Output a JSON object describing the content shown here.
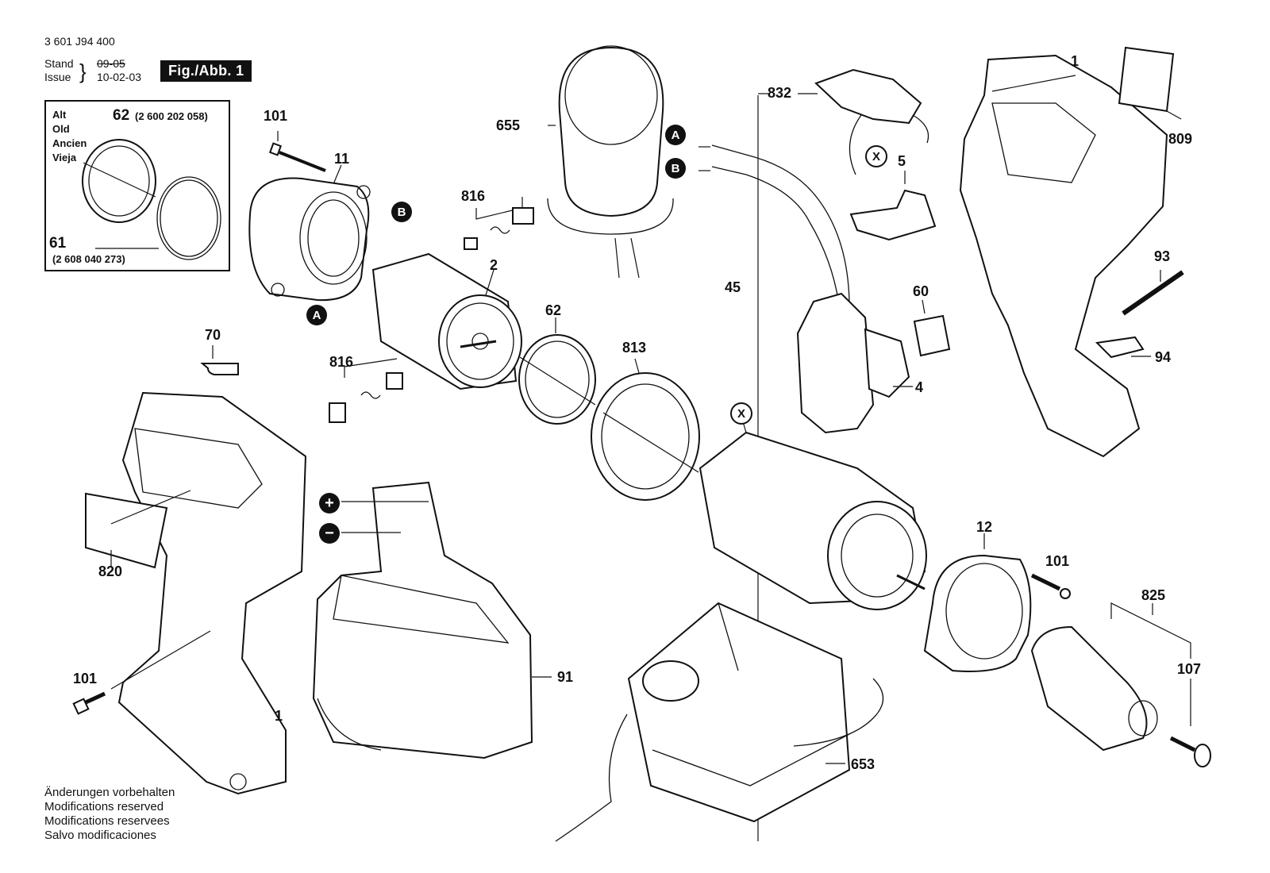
{
  "header": {
    "doc_number": "3 601 J94 400",
    "stand_label": "Stand",
    "issue_label": "Issue",
    "stand_date": "09-05",
    "issue_date": "10-02-03",
    "figure_label": "Fig./Abb. 1"
  },
  "inset": {
    "lines": [
      "Alt",
      "Old",
      "Ancien",
      "Vieja"
    ],
    "part_a_number": "62",
    "part_a_code": "(2 600 202 058)",
    "part_b_number": "61",
    "part_b_code": "(2 608 040 273)"
  },
  "markers": {
    "a": "A",
    "b": "B",
    "x": "X",
    "plus": "+",
    "minus": "−"
  },
  "labels": {
    "p101_top": "101",
    "p11": "11",
    "p655": "655",
    "p816_top": "816",
    "p2": "2",
    "p62": "62",
    "p813": "813",
    "p70": "70",
    "p816_bottom": "816",
    "p820": "820",
    "p101_left": "101",
    "p1_bottom": "1",
    "p91": "91",
    "p832": "832",
    "p5": "5",
    "p45": "45",
    "p60": "60",
    "p4": "4",
    "p1_top": "1",
    "p809": "809",
    "p93": "93",
    "p94": "94",
    "p12": "12",
    "p101_right": "101",
    "p825": "825",
    "p107": "107",
    "p653": "653"
  },
  "footer": [
    "Änderungen vorbehalten",
    "Modifications reserved",
    "Modifications reservees",
    "Salvo modificaciones"
  ]
}
